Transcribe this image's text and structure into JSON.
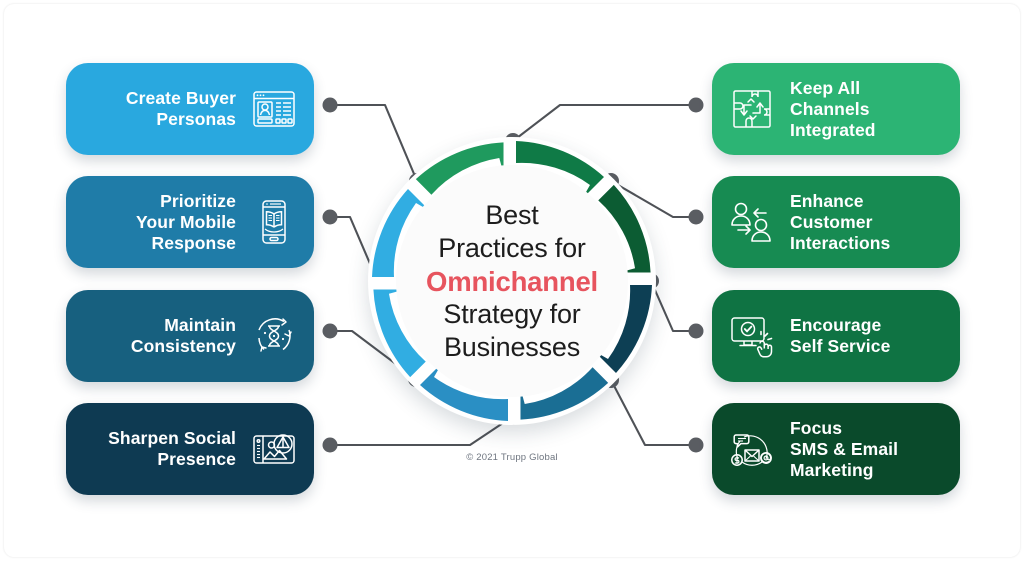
{
  "center": {
    "line1": "Best",
    "line2": "Practices for",
    "highlight": "Omnichannel",
    "line3": "Strategy for",
    "line4": "Businesses",
    "full_text": "Best Practices for Omnichannel Strategy for Businesses",
    "highlight_color": "#e7545e",
    "text_color": "#1d1d1d"
  },
  "copyright": "© 2021 Trupp Global",
  "left_cards": [
    {
      "label": "Create Buyer\nPersonas",
      "icon": "profile-card-icon",
      "color": "#29a8df"
    },
    {
      "label": "Prioritize\nYour Mobile\nResponse",
      "icon": "mobile-book-icon",
      "color": "#1f7ca8"
    },
    {
      "label": "Maintain\nConsistency",
      "icon": "hourglass-refresh-icon",
      "color": "#17607f"
    },
    {
      "label": "Sharpen Social\nPresence",
      "icon": "photo-gallery-icon",
      "color": "#0e3a52"
    }
  ],
  "right_cards": [
    {
      "label": "Keep All\nChannels\nIntegrated",
      "icon": "puzzle-arrows-icon",
      "color": "#2cb474"
    },
    {
      "label": "Enhance\nCustomer\nInteractions",
      "icon": "two-people-exchange-icon",
      "color": "#178b52"
    },
    {
      "label": "Encourage\nSelf Service",
      "icon": "monitor-click-icon",
      "color": "#0f7343"
    },
    {
      "label": "Focus\nSMS & Email\nMarketing",
      "icon": "email-chat-money-icon",
      "color": "#0a4a2b"
    }
  ],
  "ring": {
    "segments": [
      "#2cb474",
      "#1f9a5e",
      "#0f7a46",
      "#0c5c33",
      "#0d3f54",
      "#1a6e94",
      "#2a8fc4",
      "#31ade2"
    ],
    "connector_color": "#4f5257",
    "dot_color": "#5a5d62"
  }
}
